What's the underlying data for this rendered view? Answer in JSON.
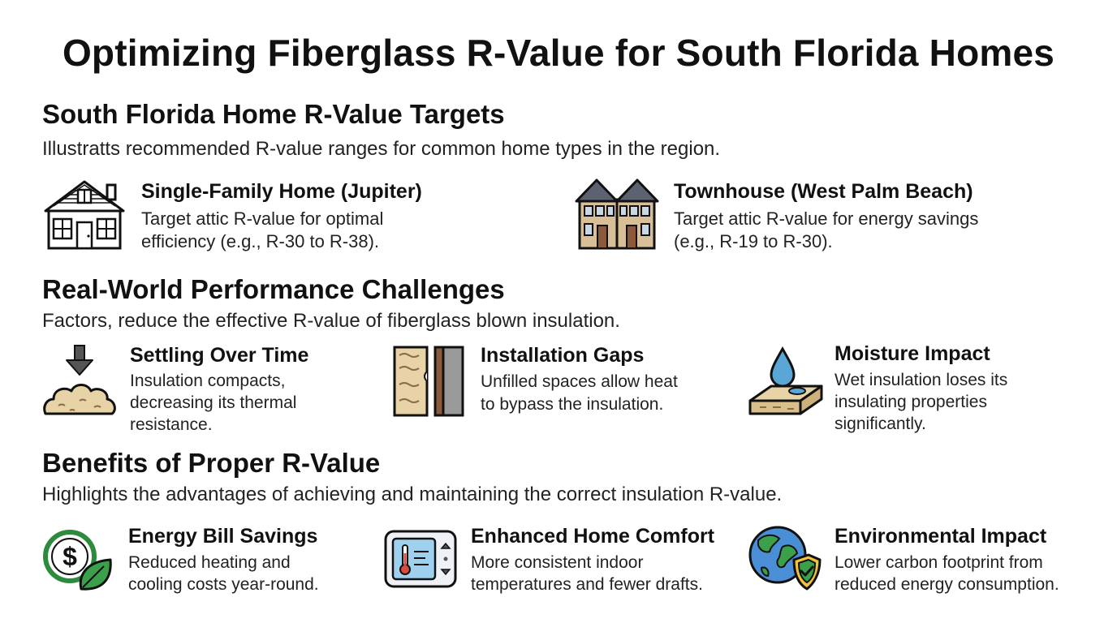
{
  "title": "Optimizing Fiberglass R-Value for South Florida Homes",
  "targets": {
    "heading": "South Florida Home R-Value Targets",
    "subtitle": "Illustratts recommended R-value ranges for common home types in the region.",
    "items": [
      {
        "icon": "house-icon",
        "title": "Single-Family Home (Jupiter)",
        "desc1": "Target attic R-value for optimal",
        "desc2": "efficiency (e.g., R-30 to R-38)."
      },
      {
        "icon": "townhouse-icon",
        "title": "Townhouse (West Palm Beach)",
        "desc1": "Target attic R-value for energy savings",
        "desc2": "(e.g., R-19 to R-30)."
      }
    ]
  },
  "challenges": {
    "heading": "Real-World Performance Challenges",
    "subtitle": "Factors, reduce the effective R-value of fiberglass blown insulation.",
    "items": [
      {
        "icon": "settling-insulation-icon",
        "title": "Settling Over Time",
        "desc1": "Insulation compacts,",
        "desc2": "decreasing its thermal",
        "desc3": "resistance."
      },
      {
        "icon": "installation-gap-icon",
        "title": "Installation Gaps",
        "desc1": "Unfilled spaces allow heat",
        "desc2": "to  bypass the insulation."
      },
      {
        "icon": "moisture-drop-icon",
        "title": "Moisture Impact",
        "desc1": "Wet insulation loses its",
        "desc2": "insulating properties",
        "desc3": "significantly."
      }
    ]
  },
  "benefits": {
    "heading": "Benefits of Proper R-Value",
    "subtitle": "Highlights the advantages of achieving and maintaining the correct insulation R-value.",
    "items": [
      {
        "icon": "dollar-leaf-icon",
        "title": "Energy Bill Savings",
        "desc1": "Reduced heating and",
        "desc2": "cooling costs year-round."
      },
      {
        "icon": "thermostat-icon",
        "title": "Enhanced Home Comfort",
        "desc1": "More consistent indoor",
        "desc2": "temperatures and fewer drafts."
      },
      {
        "icon": "globe-shield-icon",
        "title": "Environmental Impact",
        "desc1": "Lower carbon footprint from",
        "desc2": "reduced energy consumption."
      }
    ]
  },
  "colors": {
    "text": "#111111",
    "green": "#2e8b3d",
    "insulation": "#e8d3a6",
    "water": "#5aa6d6",
    "brown": "#8a6a4a"
  }
}
